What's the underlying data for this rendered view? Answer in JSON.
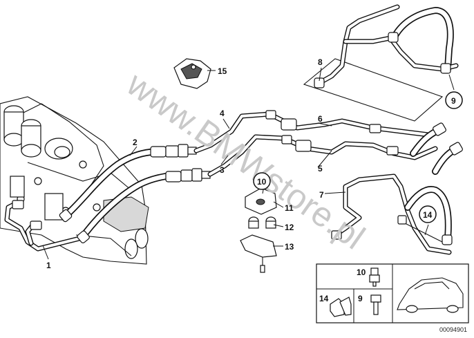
{
  "diagram": {
    "callouts": [
      "1",
      "2",
      "3",
      "4",
      "5",
      "6",
      "7",
      "8",
      "9",
      "10",
      "11",
      "12",
      "13",
      "14",
      "15"
    ],
    "circled_callouts": [
      "9",
      "10",
      "14"
    ],
    "inset_labels": [
      "10",
      "9",
      "14"
    ],
    "watermark": "www.BMWstore.pl",
    "part_code": "00094901"
  }
}
